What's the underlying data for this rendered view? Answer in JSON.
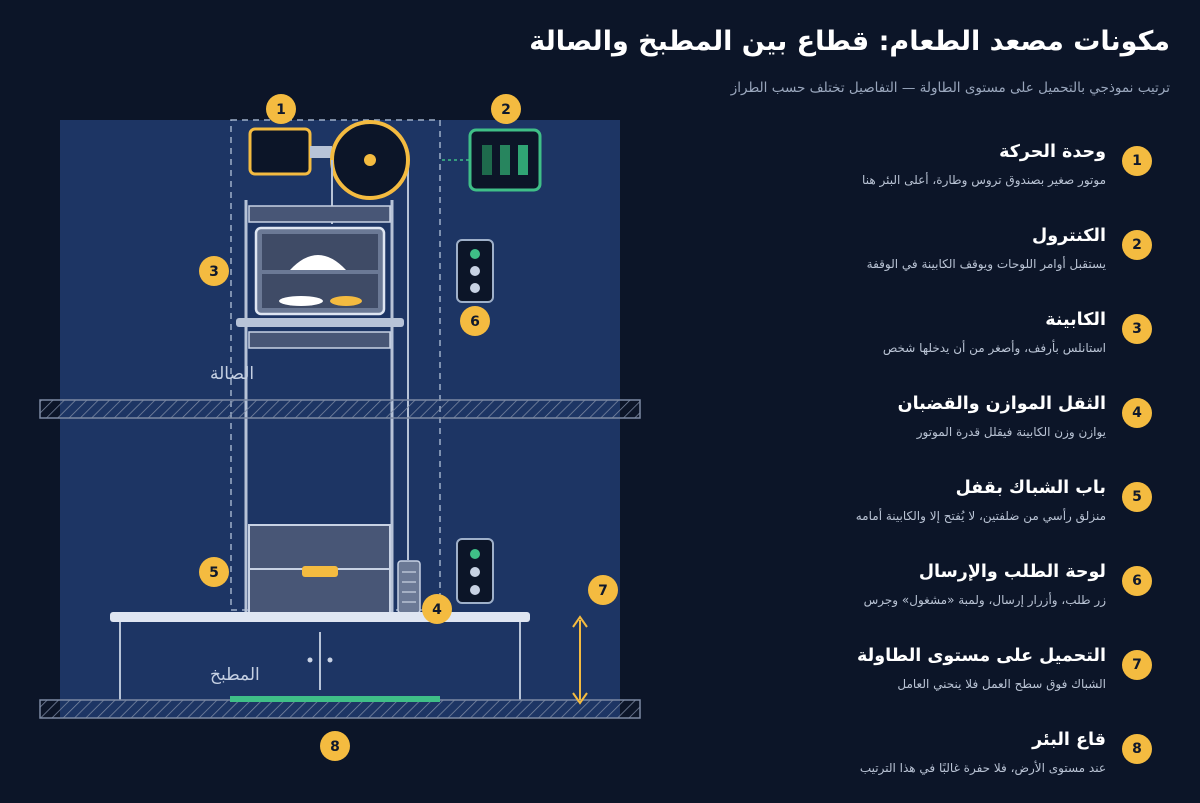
{
  "title": "مكونات مصعد الطعام: قطاع بين المطبخ والصالة",
  "subtitle": "ترتيب نموذجي بالتحميل على مستوى الطاولة — التفاصيل تختلف حسب الطراز",
  "rooms": {
    "upper": "الصالة",
    "lower": "المطبخ"
  },
  "colors": {
    "background": "#0c1528",
    "shaft_panel": "#1d3564",
    "badge": "#f4bb40",
    "control_accent": "#3fbf87",
    "structure": "#b7c3d7",
    "floor_hatch": "#7d8aa3"
  },
  "legend": [
    {
      "num": "1",
      "title": "وحدة الحركة",
      "desc": "موتور صغير بصندوق تروس وطارة، أعلى البئر هنا"
    },
    {
      "num": "2",
      "title": "الكنترول",
      "desc": "يستقبل أوامر اللوحات ويوقف الكابينة في الوقفة"
    },
    {
      "num": "3",
      "title": "الكابينة",
      "desc": "استانلس بأرفف، وأصغر من أن يدخلها شخص"
    },
    {
      "num": "4",
      "title": "الثقل الموازن والقضبان",
      "desc": "يوازن وزن الكابينة فيقلل قدرة الموتور"
    },
    {
      "num": "5",
      "title": "باب الشباك بقفل",
      "desc": "منزلق رأسي من ضلفتين، لا يُفتح إلا والكابينة أمامه"
    },
    {
      "num": "6",
      "title": "لوحة الطلب والإرسال",
      "desc": "زر طلب، وأزرار إرسال، ولمبة «مشغول» وجرس"
    },
    {
      "num": "7",
      "title": "التحميل على مستوى الطاولة",
      "desc": "الشباك فوق سطح العمل فلا ينحني العامل"
    },
    {
      "num": "8",
      "title": "قاع البئر",
      "desc": "عند مستوى الأرض، فلا حفرة غالبًا في هذا الترتيب"
    }
  ],
  "diagram_badges": [
    "1",
    "2",
    "3",
    "6",
    "5",
    "4",
    "7",
    "8"
  ]
}
